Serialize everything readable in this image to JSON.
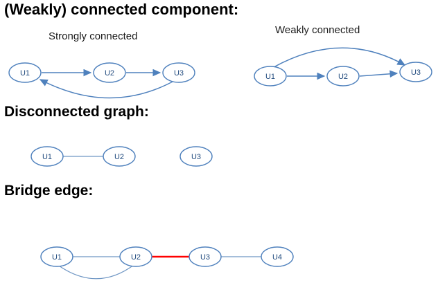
{
  "headings": {
    "main": "(Weakly) connected component:",
    "disconnected": "Disconnected graph:",
    "bridge": "Bridge edge:"
  },
  "sublabels": {
    "strong": "Strongly connected",
    "weak": "Weakly connected"
  },
  "colors": {
    "edge": "#4f81bd",
    "node_stroke": "#4f81bd",
    "node_text": "#1f497d",
    "bridge_edge": "#ff0000",
    "heading_text": "#000000"
  },
  "graphs": {
    "strong": {
      "nodes": [
        "U1",
        "U2",
        "U3"
      ],
      "edges": [
        "U1→U2",
        "U2→U3",
        "U3→U1 (curved back)"
      ]
    },
    "weak": {
      "nodes": [
        "U1",
        "U2",
        "U3"
      ],
      "edges": [
        "U1→U2",
        "U2→U3",
        "U1→U3 (curved over top)"
      ]
    },
    "disconnected": {
      "nodes": [
        "U1",
        "U2",
        "U3"
      ],
      "edges": [
        "U1–U2"
      ]
    },
    "bridge": {
      "nodes": [
        "U1",
        "U2",
        "U3",
        "U4"
      ],
      "edges": [
        "U1–U2",
        "U2–U3 (red bridge)",
        "U3–U4",
        "U1–U2 (curved below)"
      ]
    }
  }
}
